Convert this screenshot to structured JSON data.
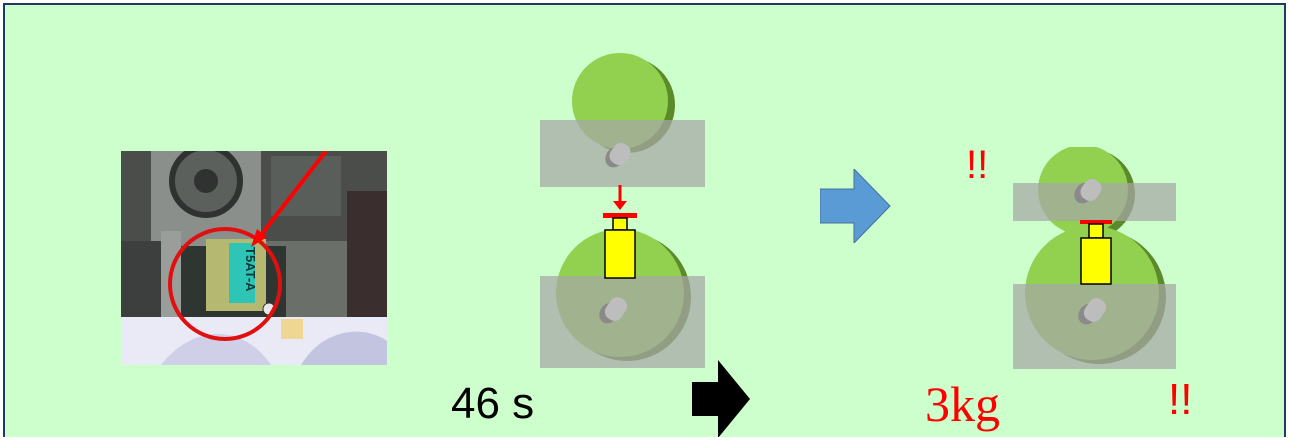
{
  "photo": {
    "machine_tag_text": "T5AT-A"
  },
  "labels": {
    "time": "46 s",
    "weight": "3kg",
    "exclaim_top": "!!",
    "exclaim_bottom": "!!"
  },
  "colors": {
    "background": "#ccffcc",
    "border": "#1f3864",
    "roller": "#92d050",
    "roller_shadow": "#5a8a2a",
    "block": "#a6a6a6",
    "gauge": "#ffff00",
    "alert": "#ff0000",
    "flow_arrow": "#5b9bd5",
    "result_arrow": "#000000"
  },
  "icons": {
    "flow_arrow": "right-arrow-blue",
    "result_arrow": "right-arrow-black",
    "pointer": "red-pointer-arrow"
  }
}
